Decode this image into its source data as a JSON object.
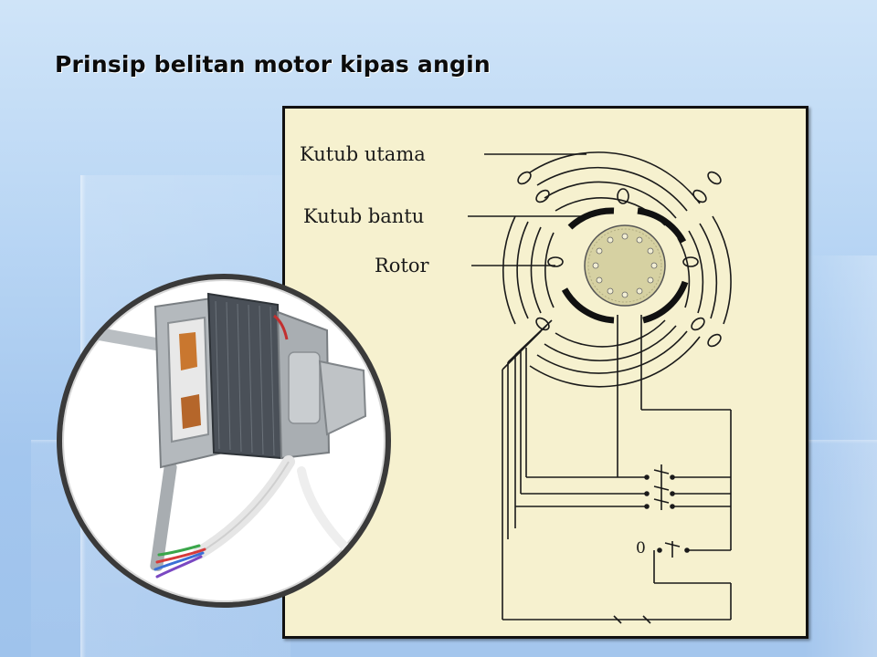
{
  "slide": {
    "title": "Prinsip belitan motor kipas angin"
  },
  "diagram": {
    "labels": {
      "main_pole": "Kutub utama",
      "aux_pole": "Kutub bantu",
      "rotor": "Rotor"
    },
    "switch_label": "0"
  },
  "photo": {
    "subject": "fan-motor-photo"
  },
  "colors": {
    "diagram_bg": "#f6f1cf",
    "ink": "#1a1a1a",
    "title": "#0b0b0b",
    "motor_metal": "#9a9fa3",
    "stator_core": "#4a5058"
  }
}
